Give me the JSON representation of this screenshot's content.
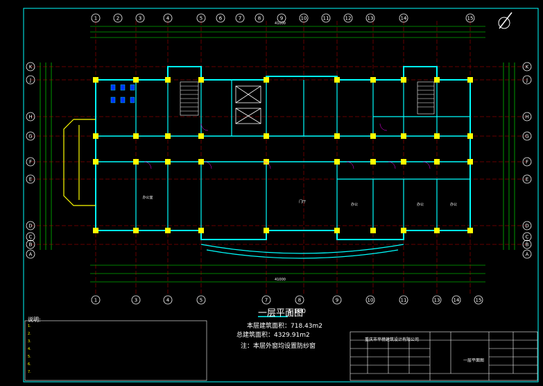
{
  "drawing": {
    "title": "一层平面图",
    "scale": "1:100",
    "floor_area": "本层建筑面积：718.43m2",
    "total_area": "总建筑面积：4329.91m2",
    "note": "注：本层外窗均设置防纱窗",
    "overall_dim_top": "41000",
    "overall_dim_bottom": "41000"
  },
  "notes": {
    "heading": "说明:",
    "lines": [
      "1.",
      "2.",
      "3.",
      "4.",
      "5.",
      "6.",
      "7."
    ]
  },
  "title_block": {
    "company": "重庆市平榜建筑设计有限公司",
    "drawing_name": "一层平面图"
  },
  "grid": {
    "columns_top": [
      "1",
      "2",
      "3",
      "4",
      "5",
      "6",
      "7",
      "8",
      "9",
      "10",
      "11",
      "12",
      "13",
      "14",
      "15"
    ],
    "columns_bottom": [
      "1",
      "3",
      "4",
      "5",
      "7",
      "8",
      "9",
      "10",
      "11",
      "13",
      "14",
      "15"
    ],
    "rows_left": [
      "K",
      "J",
      "H",
      "G",
      "F",
      "E",
      "D",
      "C",
      "B",
      "A"
    ],
    "rows_right": [
      "K",
      "J",
      "H",
      "G",
      "F",
      "E",
      "D",
      "C",
      "B",
      "A"
    ]
  },
  "rooms": {
    "office_1": "办公室",
    "hall": "门厅",
    "office_2": "办公",
    "office_3": "办公",
    "office_4": "办公"
  },
  "colors": {
    "wall": "#00ffff",
    "column": "#ffff00",
    "dim": "#00ff00",
    "text": "#ffffff",
    "frame": "#00ffff"
  }
}
